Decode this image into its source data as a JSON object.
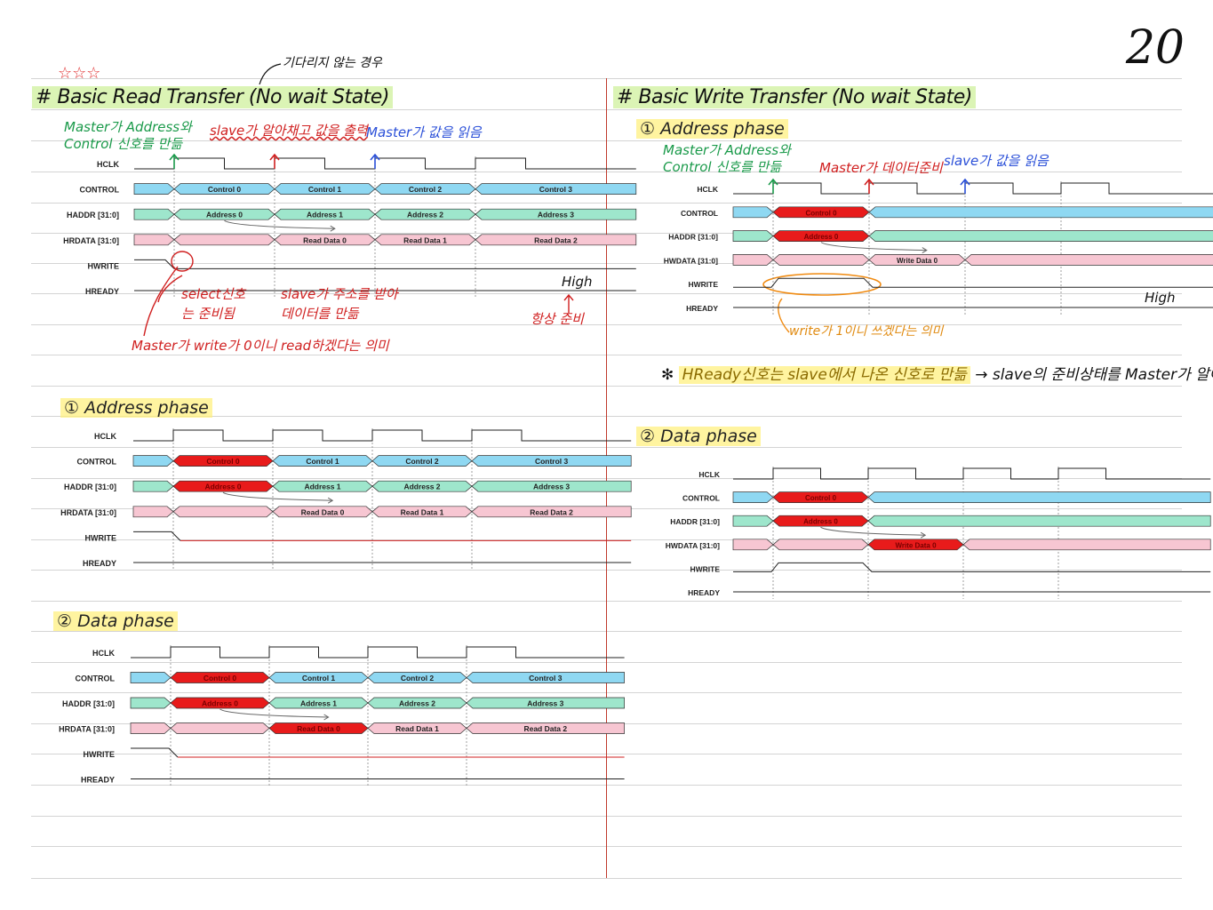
{
  "page_number": "20",
  "read": {
    "note_top": "기다리지 않는 경우",
    "title": "# Basic Read Transfer (No wait State)",
    "stars": "☆☆☆",
    "ann_master": "Master가 Address와 Control 신호를 만듦",
    "ann_slave": "slave가 알아채고 값을 출력",
    "ann_master_read": "Master가 값을 읽음",
    "ann_select": "select신호는 준비됨",
    "ann_slave_addr": "slave가 주소를 받아 데이터를 만듦",
    "ann_high": "High",
    "ann_always": "항상 준비",
    "ann_write0": "Master가 write가 0이니 read하겠다는 의미",
    "addr_phase_title": "① Address phase",
    "data_phase_title": "② Data phase"
  },
  "write": {
    "title": "# Basic Write Transfer (No wait State)",
    "addr_phase_title": "① Address phase",
    "ann_master": "Master가 Address와 Control 신호를 만듦",
    "ann_master_data": "Master가 데이터준비",
    "ann_slave_read": "slave가 값을 읽음",
    "ann_high": "High",
    "ann_write1": "write가 1이니 쓰겠다는 의미",
    "hready_note_prefix": "✻ ",
    "hready_note_hl": "HReady신호는 slave에서 나온 신호로 만듦",
    "hready_note_rest": " → slave의 준비상태를 Master가 알아야 함",
    "data_phase_title": "② Data phase"
  },
  "diagrams": [
    {
      "id": "read-main",
      "signals": [
        {
          "name": "HCLK",
          "kind": "clock"
        },
        {
          "name": "CONTROL",
          "kind": "bus",
          "color": "#8fd8f2",
          "segments": [
            "",
            "Control 0",
            "Control 1",
            "Control 2",
            "Control 3"
          ]
        },
        {
          "name": "HADDR [31:0]",
          "kind": "bus",
          "color": "#9ee6cc",
          "segments": [
            "",
            "Address 0",
            "Address 1",
            "Address 2",
            "Address 3"
          ]
        },
        {
          "name": "HRDATA [31:0]",
          "kind": "bus",
          "color": "#f7c6d2",
          "segments": [
            "",
            "",
            "Read Data 0",
            "Read Data 1",
            "Read Data 2"
          ]
        },
        {
          "name": "HWRITE",
          "kind": "level",
          "level": "low-start"
        },
        {
          "name": "HREADY",
          "kind": "level",
          "level": "flat"
        }
      ],
      "highlights": []
    },
    {
      "id": "read-addr",
      "signals": [
        {
          "name": "HCLK",
          "kind": "clock"
        },
        {
          "name": "CONTROL",
          "kind": "bus",
          "color": "#8fd8f2",
          "segments": [
            "",
            "Control 0",
            "Control 1",
            "Control 2",
            "Control 3"
          ]
        },
        {
          "name": "HADDR [31:0]",
          "kind": "bus",
          "color": "#9ee6cc",
          "segments": [
            "",
            "Address 0",
            "Address 1",
            "Address 2",
            "Address 3"
          ]
        },
        {
          "name": "HRDATA [31:0]",
          "kind": "bus",
          "color": "#f7c6d2",
          "segments": [
            "",
            "",
            "Read Data 0",
            "Read Data 1",
            "Read Data 2"
          ]
        },
        {
          "name": "HWRITE",
          "kind": "level",
          "level": "drop-red"
        },
        {
          "name": "HREADY",
          "kind": "level",
          "level": "flat"
        }
      ],
      "highlights": [
        "CONTROL:1",
        "HADDR [31:0]:1"
      ]
    },
    {
      "id": "read-data",
      "signals": [
        {
          "name": "HCLK",
          "kind": "clock"
        },
        {
          "name": "CONTROL",
          "kind": "bus",
          "color": "#8fd8f2",
          "segments": [
            "",
            "Control 0",
            "Control 1",
            "Control 2",
            "Control 3"
          ]
        },
        {
          "name": "HADDR [31:0]",
          "kind": "bus",
          "color": "#9ee6cc",
          "segments": [
            "",
            "Address 0",
            "Address 1",
            "Address 2",
            "Address 3"
          ]
        },
        {
          "name": "HRDATA [31:0]",
          "kind": "bus",
          "color": "#f7c6d2",
          "segments": [
            "",
            "",
            "Read Data 0",
            "Read Data 1",
            "Read Data 2"
          ]
        },
        {
          "name": "HWRITE",
          "kind": "level",
          "level": "drop-red"
        },
        {
          "name": "HREADY",
          "kind": "level",
          "level": "flat"
        }
      ],
      "highlights": [
        "CONTROL:1",
        "HADDR [31:0]:1",
        "HRDATA [31:0]:2"
      ]
    },
    {
      "id": "write-addr",
      "signals": [
        {
          "name": "HCLK",
          "kind": "clock"
        },
        {
          "name": "CONTROL",
          "kind": "bus",
          "color": "#8fd8f2",
          "segments": [
            "",
            "Control 0",
            ""
          ]
        },
        {
          "name": "HADDR [31:0]",
          "kind": "bus",
          "color": "#9ee6cc",
          "segments": [
            "",
            "Address 0",
            ""
          ]
        },
        {
          "name": "HWDATA [31:0]",
          "kind": "bus",
          "color": "#f7c6d2",
          "segments": [
            "",
            "",
            "Write Data 0",
            ""
          ]
        },
        {
          "name": "HWRITE",
          "kind": "level",
          "level": "rise"
        },
        {
          "name": "HREADY",
          "kind": "level",
          "level": "flat"
        }
      ],
      "highlights": [
        "CONTROL:1",
        "HADDR [31:0]:1"
      ]
    },
    {
      "id": "write-data",
      "signals": [
        {
          "name": "HCLK",
          "kind": "clock"
        },
        {
          "name": "CONTROL",
          "kind": "bus",
          "color": "#8fd8f2",
          "segments": [
            "",
            "Control 0",
            ""
          ]
        },
        {
          "name": "HADDR [31:0]",
          "kind": "bus",
          "color": "#9ee6cc",
          "segments": [
            "",
            "Address 0",
            ""
          ]
        },
        {
          "name": "HWDATA [31:0]",
          "kind": "bus",
          "color": "#f7c6d2",
          "segments": [
            "",
            "",
            "Write Data 0",
            ""
          ]
        },
        {
          "name": "HWRITE",
          "kind": "level",
          "level": "rise"
        },
        {
          "name": "HREADY",
          "kind": "level",
          "level": "flat"
        }
      ],
      "highlights": [
        "CONTROL:1",
        "HADDR [31:0]:1",
        "HWDATA [31:0]:2"
      ]
    }
  ]
}
